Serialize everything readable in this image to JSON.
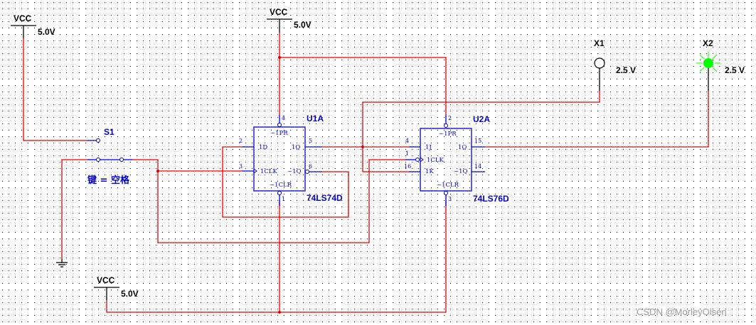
{
  "schematic": {
    "power": [
      {
        "id": "vcc1",
        "label": "VCC",
        "voltage": "5.0V"
      },
      {
        "id": "vcc2",
        "label": "VCC",
        "voltage": "5.0V"
      },
      {
        "id": "vcc3",
        "label": "VCC",
        "voltage": "5.0V"
      }
    ],
    "switch": {
      "ref": "S1",
      "key_label": "键 = 空格"
    },
    "u1": {
      "ref": "U1A",
      "part": "74LS74D",
      "pins": {
        "pr": "~1PR",
        "d": "1D",
        "q": "1Q",
        "clk": "1CLK",
        "qn": "~1Q",
        "clr": "~1CLR"
      },
      "pin_numbers": {
        "pr": "4",
        "d": "2",
        "clk": "3",
        "q": "5",
        "qn": "6",
        "clr": "1"
      }
    },
    "u2": {
      "ref": "U2A",
      "part": "74LS76D",
      "pins": {
        "pr": "~1PR",
        "j": "1J",
        "q": "1Q",
        "clk": "1CLK",
        "k": "1K",
        "qn": "~1Q",
        "clr": "~1CLR"
      },
      "pin_numbers": {
        "pr": "2",
        "j": "4",
        "clk": "1",
        "k": "16",
        "q": "15",
        "qn": "14",
        "clr": "3"
      }
    },
    "probes": [
      {
        "ref": "X1",
        "voltage": "2.5 V",
        "state": "off"
      },
      {
        "ref": "X2",
        "voltage": "2.5 V",
        "state": "on",
        "color": "#00ff00"
      }
    ],
    "colors": {
      "wire": "#e00000",
      "component": "#0000c8",
      "probe_on": "#00ff00"
    }
  },
  "watermark": "CSDN @MorleyOlsen"
}
